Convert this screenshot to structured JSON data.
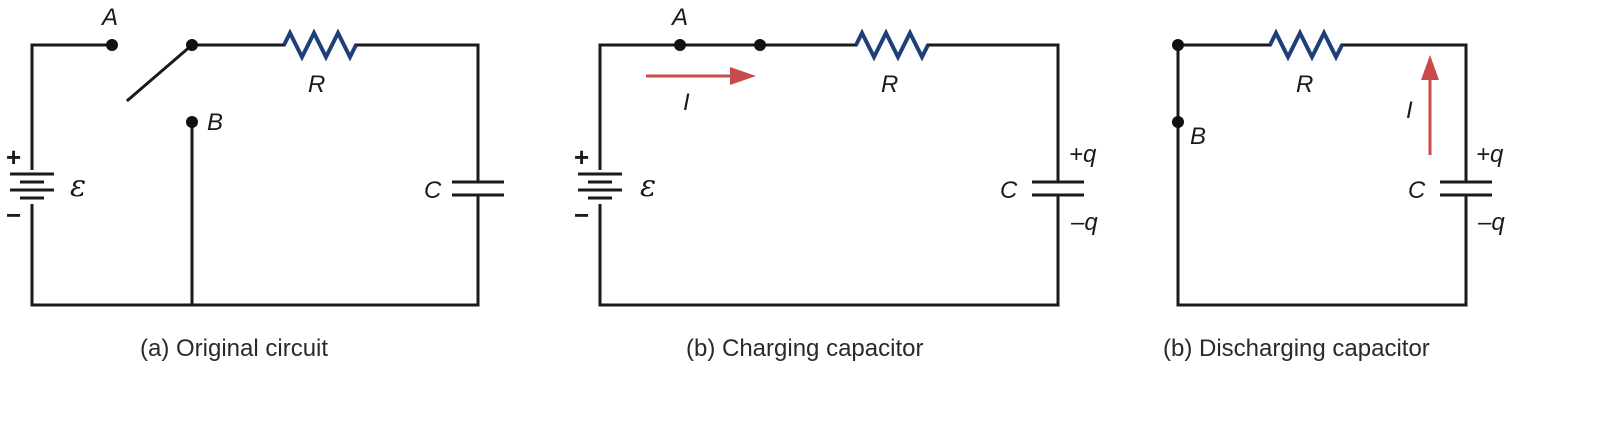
{
  "panel_a": {
    "caption": "(a) Original circuit",
    "label_A": "A",
    "label_B": "B",
    "label_R": "R",
    "label_C": "C",
    "emf": "ε",
    "plus": "+",
    "minus": "−"
  },
  "panel_b": {
    "caption": "(b) Charging capacitor",
    "label_A": "A",
    "label_R": "R",
    "label_C": "C",
    "label_I": "I",
    "emf": "ε",
    "plus": "+",
    "minus": "−",
    "charge_plus": "+q",
    "charge_minus": "–q"
  },
  "panel_c": {
    "caption": "(b) Discharging capacitor",
    "label_B": "B",
    "label_R": "R",
    "label_C": "C",
    "label_I": "I",
    "charge_plus": "+q",
    "charge_minus": "–q"
  },
  "colors": {
    "resistor": "#1f3f7a",
    "current_arrow": "#c94a4a",
    "wire": "#1a1a1a"
  }
}
